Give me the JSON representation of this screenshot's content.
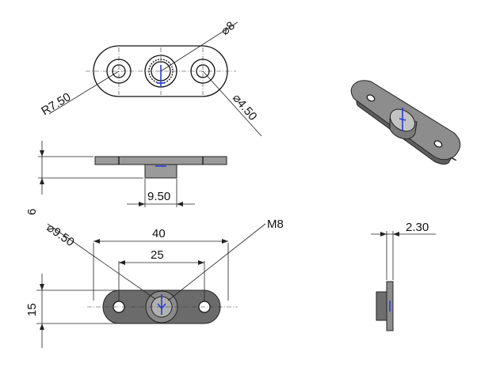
{
  "dimensions": {
    "top_radius": "R7.50",
    "top_dia_large": "⌀8",
    "top_dia_small": "⌀4.50",
    "side_height": "6",
    "side_boss_dia": "9.50",
    "front_dia": "⌀9.50",
    "front_length": "40",
    "front_hole_spacing": "25",
    "front_height": "15",
    "thread": "M8",
    "right_thickness": "2.30"
  },
  "colors": {
    "part_dark": "#6b6b6b",
    "part_light": "#9a9a9a",
    "axis_blue": "#2a3fd6"
  }
}
